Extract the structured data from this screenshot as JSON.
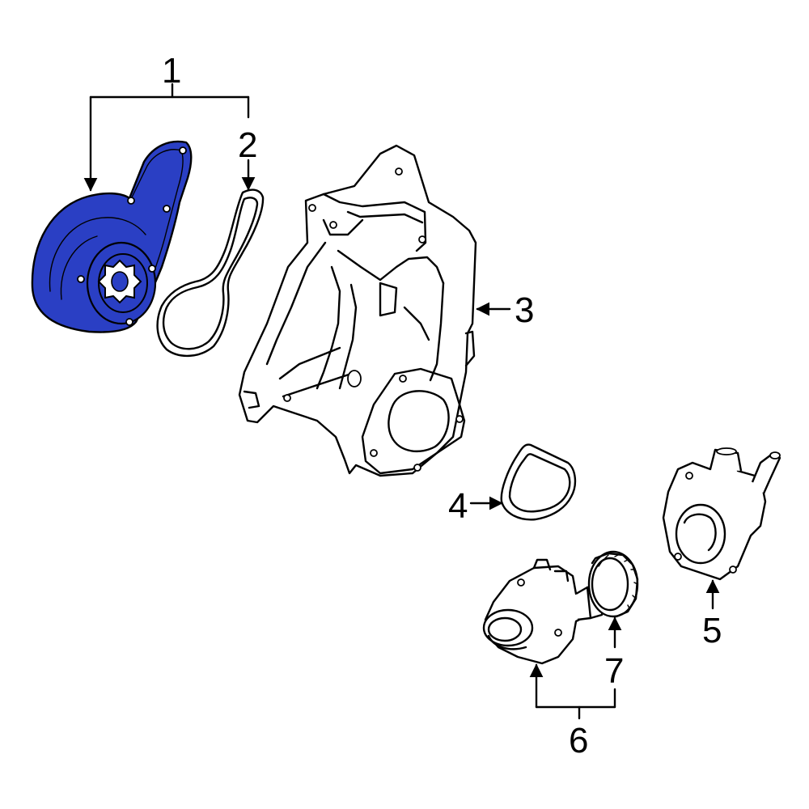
{
  "colors": {
    "highlight": "#2a3fc4",
    "line": "#000000",
    "background": "#ffffff"
  },
  "callouts": [
    {
      "id": "1",
      "label": "1"
    },
    {
      "id": "2",
      "label": "2"
    },
    {
      "id": "3",
      "label": "3"
    },
    {
      "id": "4",
      "label": "4"
    },
    {
      "id": "5",
      "label": "5"
    },
    {
      "id": "6",
      "label": "6"
    },
    {
      "id": "7",
      "label": "7"
    }
  ],
  "highlighted_part": "1"
}
